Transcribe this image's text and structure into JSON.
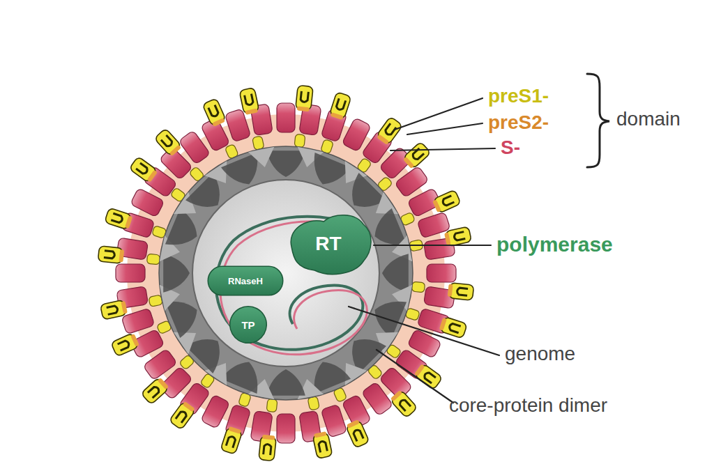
{
  "diagram": {
    "nodes": [
      {
        "text": [
          "RT"
        ]
      },
      {
        "text": [
          "RNaseH"
        ]
      },
      {
        "text": [
          "TP"
        ]
      }
    ],
    "labels": [
      "preS1-",
      "preS2-",
      "S-",
      "domain",
      "polymerase",
      "genome",
      "core-protein dimer"
    ]
  }
}
